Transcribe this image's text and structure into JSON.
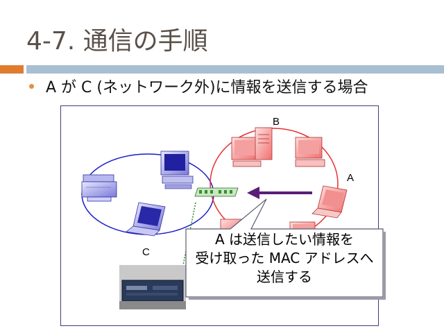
{
  "slide": {
    "title": "4-7. 通信の手順",
    "bullet": "A が C (ネットワーク外)に情報を送信する場合"
  },
  "diagram": {
    "labels": {
      "b": "B",
      "a": "A",
      "c": "C"
    },
    "callout_lines": [
      "A は送信したい情報を",
      "受け取った MAC アドレスへ",
      "送信する"
    ]
  },
  "colors": {
    "accent_orange": "#e07c2e",
    "accent_blue": "#a8bfd1",
    "network_blue": "#1a1acc",
    "network_red": "#e83030",
    "arrow_purple": "#5a1e78",
    "switch_green": "#3a8a3a"
  },
  "icons": [
    "printer-icon",
    "desktop-pc-icon",
    "laptop-icon",
    "server-tower-icon",
    "switch-icon",
    "router-photo-icon"
  ]
}
